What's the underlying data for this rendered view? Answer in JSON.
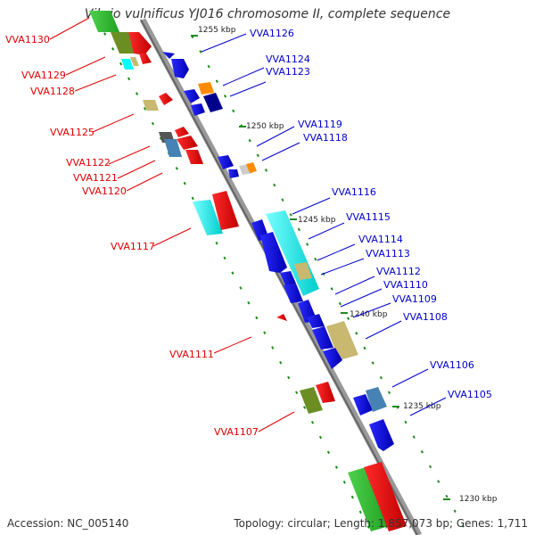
{
  "title": "Vibrio vulnificus YJ016 chromosome II, complete sequence",
  "footer": {
    "accession": "Accession: NC_005140",
    "topology": "Topology: circular; Length: 1,857,073 bp; Genes: 1,711"
  },
  "colors": {
    "left_label": "#e00000",
    "right_label": "#0000cc",
    "backbone": "#888888",
    "tick": "#1f8a1f"
  },
  "kbp_marks": [
    "1255 kbp",
    "1250 kbp",
    "1245 kbp",
    "1240 kbp",
    "1235 kbp",
    "1230 kbp"
  ],
  "genes_left": [
    "VVA1130",
    "VVA1129",
    "VVA1128",
    "VVA1125",
    "VVA1122",
    "VVA1121",
    "VVA1120",
    "VVA1117",
    "VVA1111",
    "VVA1107"
  ],
  "genes_right": [
    "VVA1126",
    "VVA1124",
    "VVA1123",
    "VVA1119",
    "VVA1118",
    "VVA1116",
    "VVA1115",
    "VVA1114",
    "VVA1113",
    "VVA1112",
    "VVA1110",
    "VVA1109",
    "VVA1108",
    "VVA1106",
    "VVA1105"
  ]
}
